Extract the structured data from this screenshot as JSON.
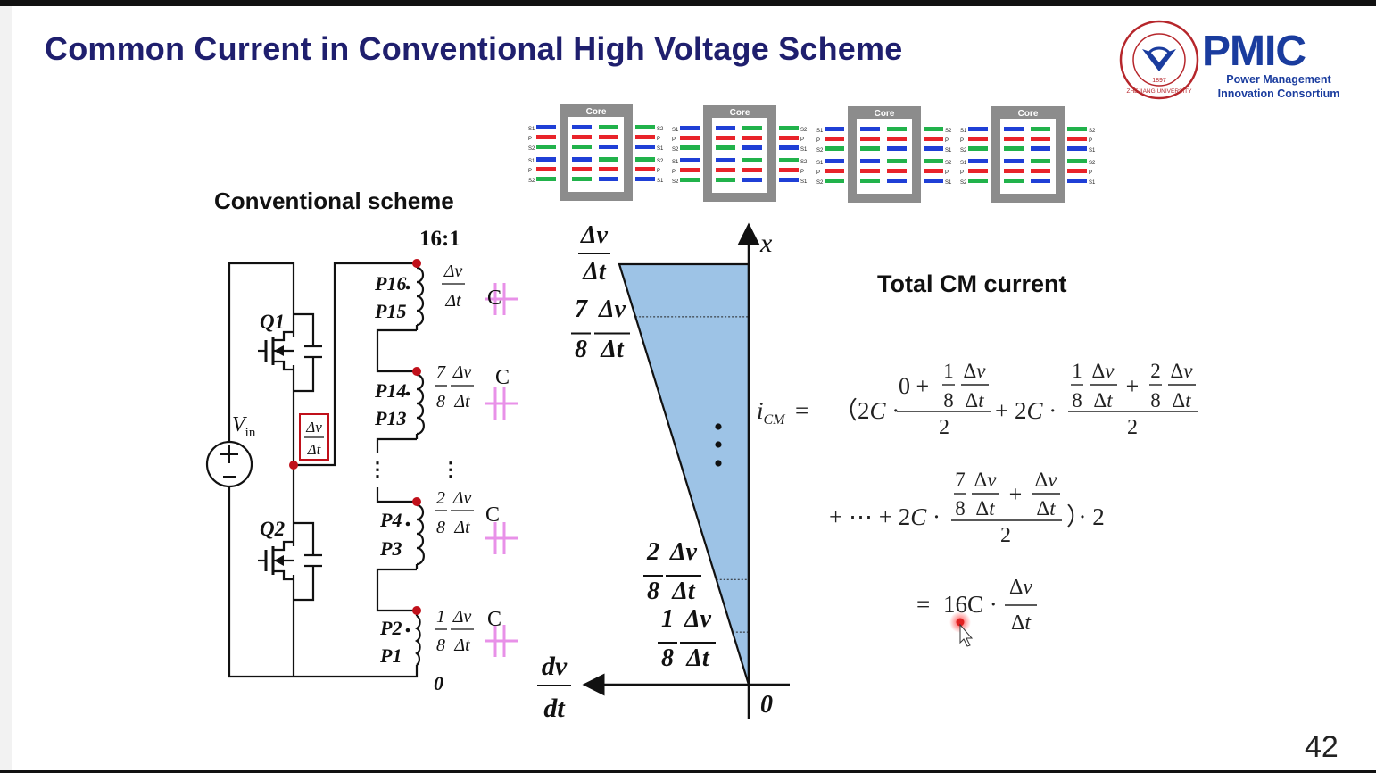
{
  "slide": {
    "title": "Common Current in Conventional High Voltage Scheme",
    "page_number": "42"
  },
  "logos": {
    "university_seal_text": "ZHEJIANG UNIVERSITY",
    "university_seal_year": "1897",
    "org_mark": "PMIC",
    "org_line1": "Power Management",
    "org_line2": "Innovation Consortium"
  },
  "transformer_strip": {
    "core_label": "Core",
    "left_pins": [
      "S1",
      "P",
      "S2",
      "S1",
      "P",
      "S2"
    ],
    "right_pins": [
      "S2",
      "P",
      "S1",
      "S2",
      "P",
      "S1"
    ],
    "winding_colors": {
      "primary": "#e8232a",
      "secondary_a": "#1f3fd6",
      "secondary_b": "#21b24b"
    }
  },
  "circuit": {
    "section_label": "Conventional scheme",
    "turns_ratio": "16:1",
    "source_label": "V",
    "source_sub": "in",
    "switch_top": "Q1",
    "switch_bottom": "Q2",
    "midpoint_num": "Δv",
    "midpoint_den": "Δt",
    "windings": [
      {
        "top": "P16",
        "bottom": "P15",
        "coef_num": "",
        "coef_den": ""
      },
      {
        "top": "P14",
        "bottom": "P13",
        "coef_num": "7",
        "coef_den": "8"
      },
      {
        "top": "P4",
        "bottom": "P3",
        "coef_num": "2",
        "coef_den": "8"
      },
      {
        "top": "P2",
        "bottom": "P1",
        "coef_num": "1",
        "coef_den": "8"
      }
    ],
    "frac_num": "Δv",
    "frac_den": "Δt",
    "cap_label": "C",
    "ellipsis": "⋮",
    "zero_label": "0"
  },
  "triangle_chart": {
    "x_axis_label": "x",
    "origin_label": "0",
    "horizontal_axis_num": "dv",
    "horizontal_axis_den": "dt",
    "top_num": "Δv",
    "top_den": "Δt",
    "levels": [
      {
        "fraction": 0.875,
        "coef_num": "7",
        "coef_den": "8",
        "num": "Δv",
        "den": "Δt"
      },
      {
        "fraction": 0.25,
        "coef_num": "2",
        "coef_den": "8",
        "num": "Δv",
        "den": "Δt"
      },
      {
        "fraction": 0.125,
        "coef_num": "1",
        "coef_den": "8",
        "num": "Δv",
        "den": "Δt"
      }
    ],
    "fill_color": "#9dc3e6"
  },
  "formula": {
    "heading": "Total CM current",
    "lhs": "i",
    "lhs_sub": "CM",
    "result_coef": "16C"
  }
}
